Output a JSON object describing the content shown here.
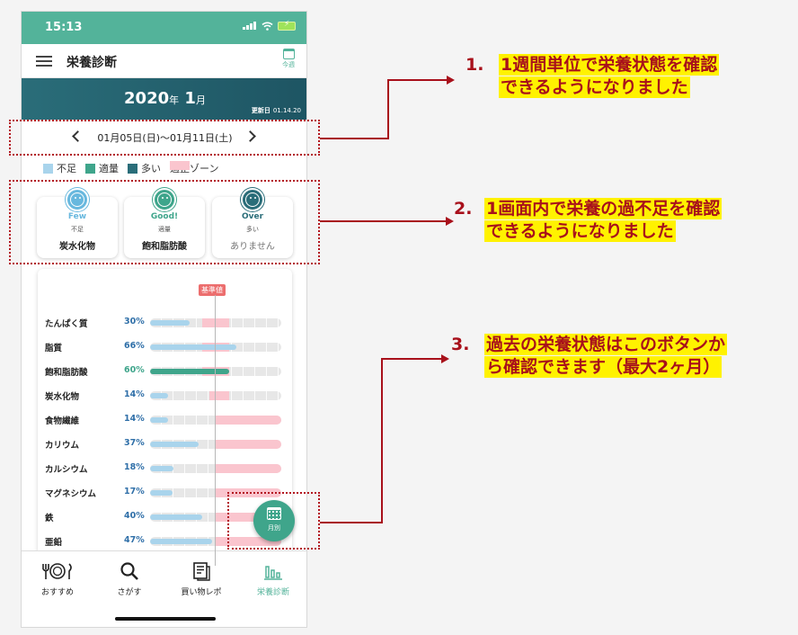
{
  "status_bar": {
    "time": "15:13"
  },
  "header": {
    "title": "栄養診断",
    "today_label": "今週"
  },
  "banner": {
    "year": "2020",
    "year_unit": "年",
    "month": "1",
    "month_unit": "月",
    "updated_label": "更新日",
    "updated_date": "01.14.20"
  },
  "week": {
    "range": "01月05日(日)〜01月11日(土)"
  },
  "legend": [
    {
      "label": "不足",
      "color": "#a9d4ec"
    },
    {
      "label": "適量",
      "color": "#3fa58b"
    },
    {
      "label": "多い",
      "color": "#2a6d79"
    },
    {
      "label": "適正ゾーン",
      "color": "#fac5ce"
    }
  ],
  "summary_cards": [
    {
      "status": "Few",
      "sub": "不足",
      "nutrient": "炭水化物",
      "color": "#68b8de"
    },
    {
      "status": "Good!",
      "sub": "適量",
      "nutrient": "飽和脂肪酸",
      "color": "#3fa58b"
    },
    {
      "status": "Over",
      "sub": "多い",
      "nutrient": "ありません",
      "color": "#2a6d79"
    }
  ],
  "base_label": "基準値",
  "nutrients": [
    {
      "name": "たんぱく質",
      "percent": "30%",
      "value": 30,
      "zone": [
        40,
        60
      ],
      "status": "low"
    },
    {
      "name": "脂質",
      "percent": "66%",
      "value": 66,
      "zone": [
        40,
        60
      ],
      "status": "low"
    },
    {
      "name": "飽和脂肪酸",
      "percent": "60%",
      "value": 60,
      "zone": [
        40,
        60
      ],
      "status": "good"
    },
    {
      "name": "炭水化物",
      "percent": "14%",
      "value": 14,
      "zone": [
        45,
        60
      ],
      "status": "low"
    },
    {
      "name": "食物繊維",
      "percent": "14%",
      "value": 14,
      "zone": [
        50,
        100
      ],
      "status": "low"
    },
    {
      "name": "カリウム",
      "percent": "37%",
      "value": 37,
      "zone": [
        50,
        100
      ],
      "status": "low"
    },
    {
      "name": "カルシウム",
      "percent": "18%",
      "value": 18,
      "zone": [
        50,
        100
      ],
      "status": "low"
    },
    {
      "name": "マグネシウム",
      "percent": "17%",
      "value": 17,
      "zone": [
        50,
        100
      ],
      "status": "low"
    },
    {
      "name": "鉄",
      "percent": "40%",
      "value": 40,
      "zone": [
        50,
        100
      ],
      "status": "low"
    },
    {
      "name": "亜鉛",
      "percent": "47%",
      "value": 47,
      "zone": [
        50,
        100
      ],
      "status": "low"
    }
  ],
  "fab": {
    "label": "月別"
  },
  "tabs": [
    {
      "label": "おすすめ",
      "icon": "meal-icon"
    },
    {
      "label": "さがす",
      "icon": "search-icon"
    },
    {
      "label": "買い物レポ",
      "icon": "receipt-icon"
    },
    {
      "label": "栄養診断",
      "icon": "bar-chart-icon"
    }
  ],
  "annotations": [
    {
      "number": "1.",
      "line1": "1週間単位で栄養状態を確認",
      "line2": "できるようになりました"
    },
    {
      "number": "2.",
      "line1": "1画面内で栄養の過不足を確認",
      "line2": "できるようになりました"
    },
    {
      "number": "3.",
      "line1": "過去の栄養状態はこのボタンか",
      "line2": "ら確認できます（最大2ヶ月）"
    }
  ]
}
